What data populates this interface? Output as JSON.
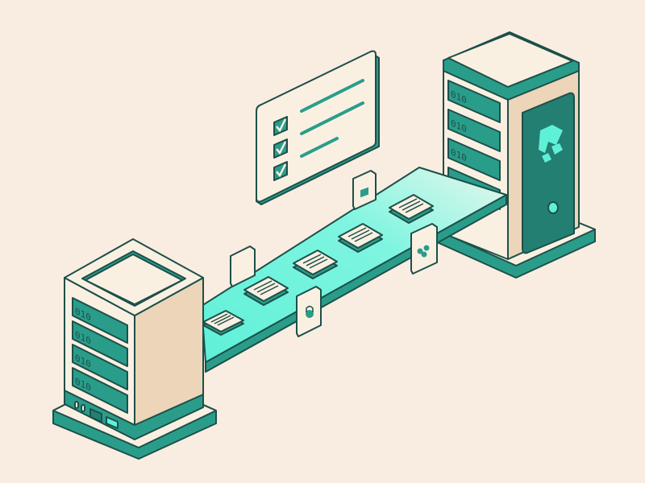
{
  "illustration": {
    "slot_label": "010",
    "colors": {
      "background": "#f8ede0",
      "teal": "#2a9d8a",
      "dark_teal": "#237f72",
      "outline": "#1d4f4a",
      "mint": "#5ff0d8",
      "cream": "#faf0e2",
      "tan": "#ecd5b8"
    },
    "icons": [
      "server-left",
      "server-right",
      "checklist-panel",
      "conveyor-belt",
      "document-icon",
      "lock-tag-icon",
      "biohazard-tag-icon",
      "cube-logo-icon"
    ],
    "checklist_items_checked": 3
  }
}
